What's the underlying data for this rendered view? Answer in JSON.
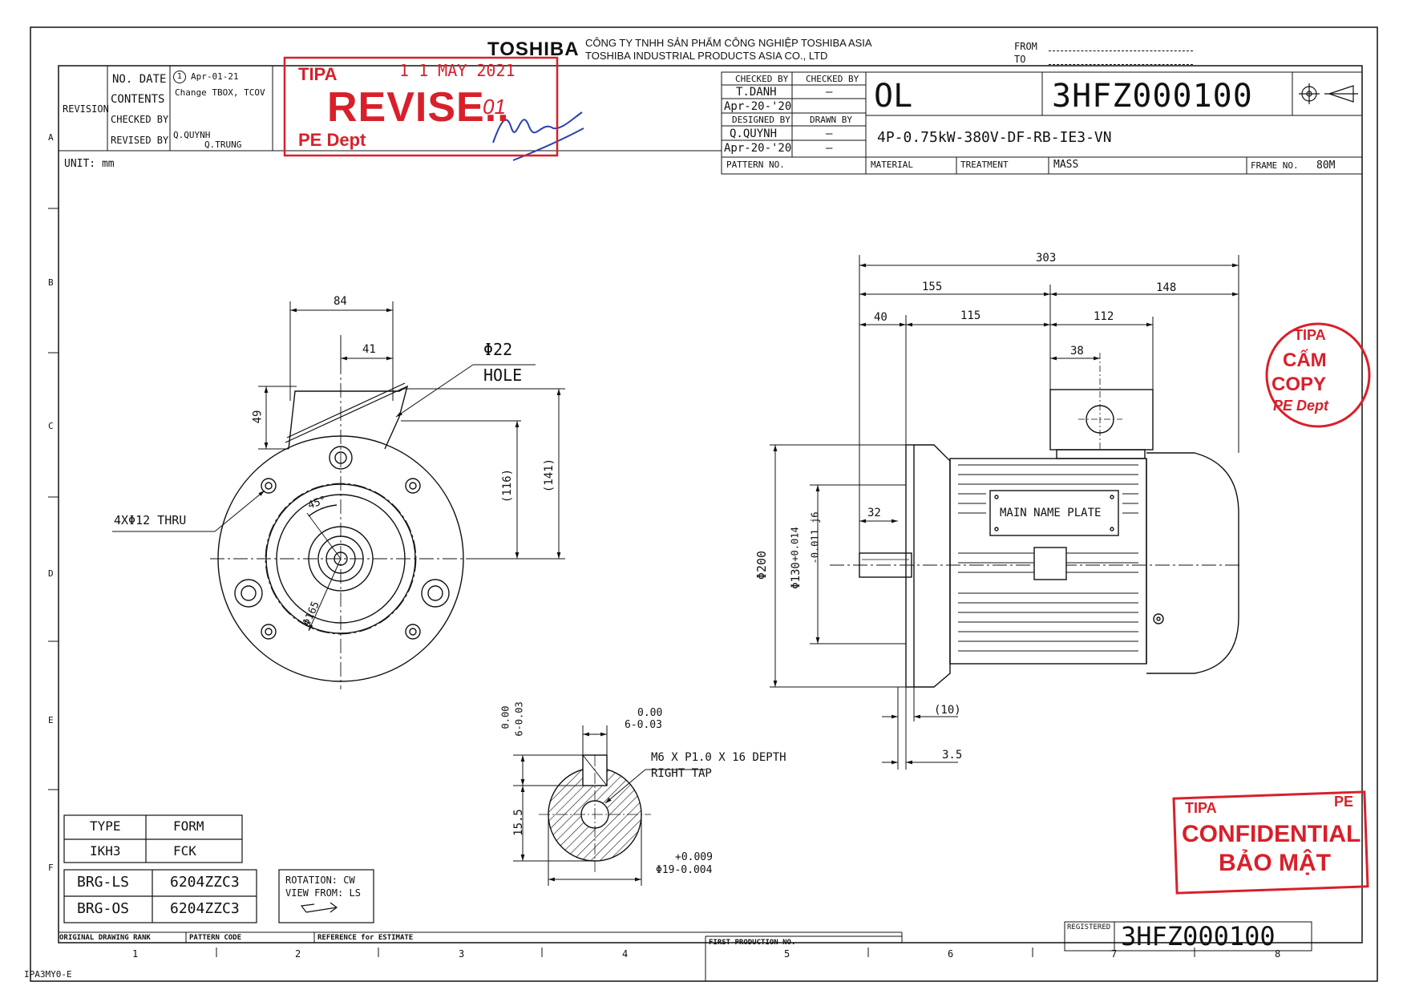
{
  "header": {
    "brand": "TOSHIBA",
    "company_vn": "CÔNG TY TNHH SẢN PHẨM CÔNG NGHIỆP TOSHIBA ASIA",
    "company_en": "TOSHIBA INDUSTRIAL PRODUCTS ASIA CO., LTD",
    "from_label": "FROM",
    "to_label": "TO"
  },
  "revision": {
    "label": "REVISION",
    "no_date_label": "NO. DATE",
    "contents_label": "CONTENTS",
    "checked_by_label": "CHECKED BY",
    "revised_by_label": "REVISED BY",
    "rev_no": "1",
    "rev_date": "Apr-01-21",
    "rev_content": "Change TBOX, TCOV",
    "rev_revised_by": "Q.QUYNH",
    "rev_checked_by": "Q.TRUNG"
  },
  "revise_stamp": {
    "org": "TIPA",
    "date": "1 1 MAY 2021",
    "word": "REVISE..",
    "num": "01",
    "dept": "PE Dept"
  },
  "title_block": {
    "checked_by_label": "CHECKED BY",
    "checked_by_label_2": "CHECKED BY",
    "checked_by_1": "T.DANH",
    "checked_by_2": "–",
    "date_1": "Apr-20-'20",
    "designed_by_label": "DESIGNED BY",
    "drawn_by_label": "DRAWN BY",
    "designed_by": "Q.QUYNH",
    "drawn_by": "–",
    "date_2": "Apr-20-'20",
    "dash_3": "–",
    "ol": "OL",
    "drawing_no": "3HFZ000100",
    "description": "4P-0.75kW-380V-DF-RB-IE3-VN",
    "pattern_no_label": "PATTERN NO.",
    "material_label": "MATERIAL",
    "treatment_label": "TREATMENT",
    "mass_label": "MASS",
    "frame_no_label": "FRAME NO.",
    "frame_no": "80M"
  },
  "unit": "UNIT: mm",
  "row_letters": [
    "A",
    "B",
    "C",
    "D",
    "E",
    "F"
  ],
  "col_numbers": [
    "1",
    "2",
    "3",
    "4",
    "5",
    "6",
    "7",
    "8"
  ],
  "front_view": {
    "dim_84": "84",
    "dim_41": "41",
    "dim_49": "49",
    "hole_dia": "Φ22",
    "hole_label": "HOLE",
    "dim_116": "(116)",
    "dim_141": "(141)",
    "bolt_holes": "4XΦ12 THRU",
    "angle": "45°",
    "pcd": "Φ165"
  },
  "side_view": {
    "dim_303": "303",
    "dim_155": "155",
    "dim_148": "148",
    "dim_40": "40",
    "dim_115": "115",
    "dim_112": "112",
    "dim_38": "38",
    "dim_32": "32",
    "dim_200": "Φ200",
    "spigot": "Φ130",
    "spigot_tol": "+0.014\n-0.011 j6",
    "spigot_tol_up": "+0.014",
    "spigot_tol_dn": "-0.011 j6",
    "nameplate": "MAIN NAME PLATE",
    "dim_10": "(10)",
    "dim_3_5": "3.5"
  },
  "shaft_section": {
    "key_tol_v_up": "0.00",
    "key_tol_v_dn": "6-0.03",
    "key_tol_h_up": "0.00",
    "key_tol_h_dn": "6-0.03",
    "tap_1": "M6 X P1.0 X 16 DEPTH",
    "tap_2": "RIGHT TAP",
    "dim_15_5": "15.5",
    "shaft_tol_up": "+0.009",
    "shaft_tol_dn": "Φ19-0.004"
  },
  "type_table": {
    "type_label": "TYPE",
    "form_label": "FORM",
    "type": "IKH3",
    "form": "FCK"
  },
  "bearing_table": {
    "ls_label": "BRG-LS",
    "ls_value": "6204ZZC3",
    "os_label": "BRG-OS",
    "os_value": "6204ZZC3"
  },
  "rotation": {
    "line1": "ROTATION: CW",
    "line2": "VIEW FROM: LS"
  },
  "bottom_block": {
    "original_rank": "ORIGINAL DRAWING RANK",
    "pattern_code": "PATTERN CODE",
    "reference": "REFERENCE for ESTIMATE",
    "first_production": "FIRST PRODUCTION NO.",
    "registered_label": "REGISTERED",
    "registered_no": "3HFZ000100",
    "form_code": "IPA3MY0-E"
  },
  "stamp_copy": {
    "org": "TIPA",
    "line1": "CẤM",
    "line2": "COPY",
    "line3": "PE Dept"
  },
  "stamp_confidential": {
    "org": "TIPA",
    "dept": "PE",
    "line1": "CONFIDENTIAL",
    "line2": "BẢO MẬT"
  },
  "colors": {
    "ink": "#111111",
    "stamp_red": "#d8202a",
    "signature_blue": "#2a3fb0"
  }
}
